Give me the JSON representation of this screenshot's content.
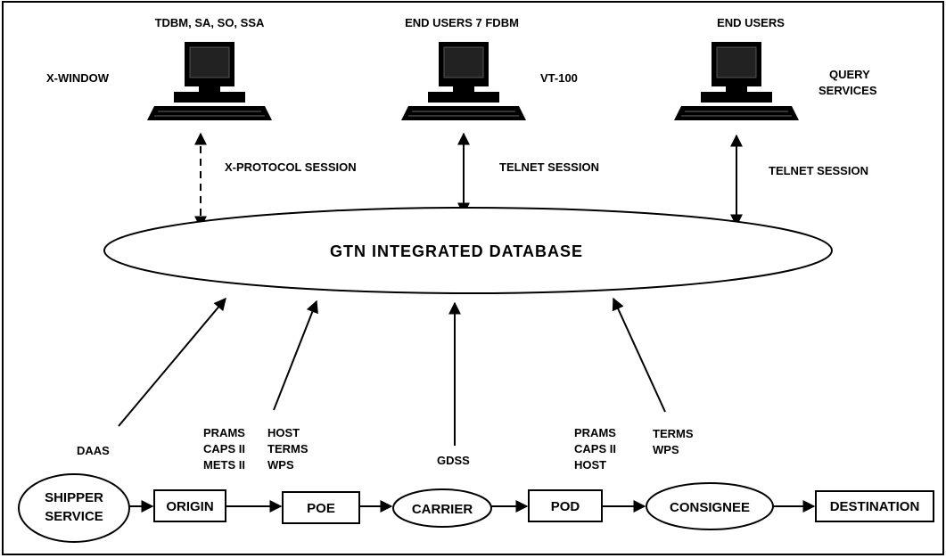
{
  "database": {
    "title": "GTN  INTEGRATED  DATABASE"
  },
  "terminals": [
    {
      "top_label": "TDBM, SA, SO, SSA",
      "side_label": [
        "X-WINDOW"
      ],
      "session": "X-PROTOCOL SESSION",
      "session_style": "dashed"
    },
    {
      "top_label": "END USERS 7 FDBM",
      "side_label": [
        "VT-100"
      ],
      "session": "TELNET SESSION",
      "session_style": "solid"
    },
    {
      "top_label": "END USERS",
      "side_label": [
        "QUERY",
        "SERVICES"
      ],
      "session": "TELNET SESSION",
      "session_style": "solid"
    }
  ],
  "flow_nodes": [
    {
      "label": [
        "SHIPPER",
        "SERVICE"
      ],
      "shape": "ellipse"
    },
    {
      "label": [
        "ORIGIN"
      ],
      "shape": "rect"
    },
    {
      "label": [
        "POE"
      ],
      "shape": "rect"
    },
    {
      "label": [
        "CARRIER"
      ],
      "shape": "ellipse"
    },
    {
      "label": [
        "POD"
      ],
      "shape": "rect"
    },
    {
      "label": [
        "CONSIGNEE"
      ],
      "shape": "ellipse"
    },
    {
      "label": [
        "DESTINATION"
      ],
      "shape": "rect"
    }
  ],
  "feeds": [
    {
      "lines": [
        "DAAS"
      ]
    },
    {
      "lines": [
        "PRAMS",
        "CAPS II",
        "METS II"
      ]
    },
    {
      "lines": [
        "HOST",
        "TERMS",
        "WPS"
      ]
    },
    {
      "lines": [
        "GDSS"
      ]
    },
    {
      "lines": [
        "PRAMS",
        "CAPS II",
        "HOST"
      ]
    },
    {
      "lines": [
        "TERMS",
        "WPS"
      ]
    }
  ],
  "colors": {
    "line": "#000000",
    "background": "#ffffff"
  }
}
